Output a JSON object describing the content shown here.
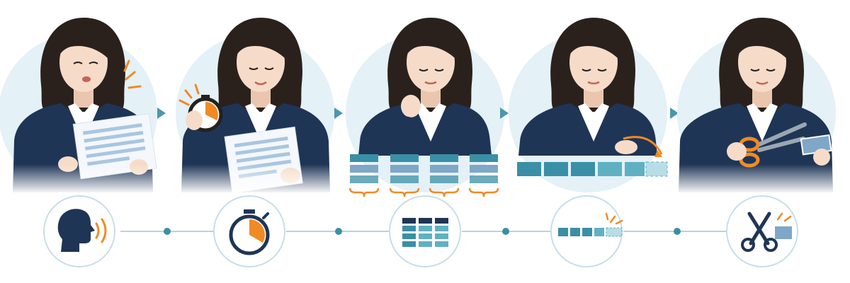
{
  "colors": {
    "navy": "#1f3556",
    "navy_dark": "#172844",
    "hair": "#2a211d",
    "skin": "#f6dcc8",
    "skin_shade": "#eac6ae",
    "teal": "#3a8fa6",
    "teal_light": "#5fb1c2",
    "teal_pale": "#b9dde6",
    "blue_block": "#7ea7c8",
    "orange": "#f08a24",
    "circle_bg": "#e4f1f7",
    "paper": "#f4f7fb",
    "paper_line": "#a9c6df",
    "icon_ring": "#c9dde7",
    "connector": "#b9d3df",
    "arrow": "#4a97ad"
  },
  "steps": [
    {
      "id": "read-aloud",
      "scene": "reading-document",
      "icon": "speaking-head-icon"
    },
    {
      "id": "time-it",
      "scene": "holding-stopwatch",
      "icon": "stopwatch-icon"
    },
    {
      "id": "chunk",
      "scene": "thinking-over-blocks",
      "icon": "grouped-blocks-icon"
    },
    {
      "id": "pace",
      "scene": "moving-block-sequence",
      "icon": "progress-blocks-icon"
    },
    {
      "id": "trim",
      "scene": "cutting-with-scissors",
      "icon": "scissors-icon"
    }
  ]
}
